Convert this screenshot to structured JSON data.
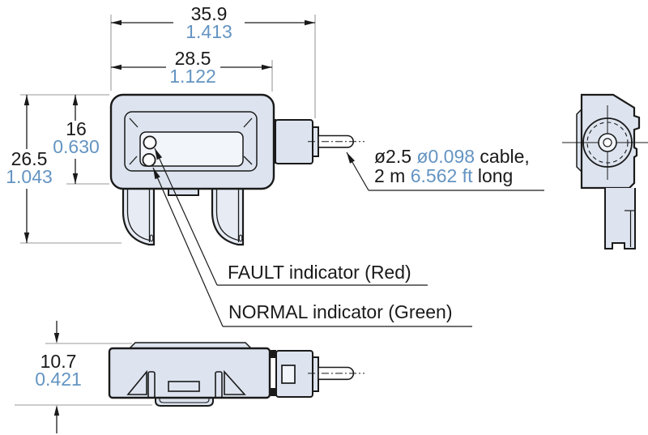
{
  "colors": {
    "dimension_text": "#1a1a1a",
    "inch_text_blue": "#6494c2",
    "body_fill": "#dde4ef",
    "window_fill": "#f2f5fa",
    "extension_line_gray": "#9a9a9a"
  },
  "dimensions": {
    "overall_width": {
      "mm": "35.9",
      "in": "1.413"
    },
    "body_width": {
      "mm": "28.5",
      "in": "1.122"
    },
    "window_height": {
      "mm": "16",
      "in": "0.630"
    },
    "overall_height": {
      "mm": "26.5",
      "in": "1.043"
    },
    "thickness": {
      "mm": "10.7",
      "in": "0.421"
    }
  },
  "annotations": {
    "cable": {
      "line1_mm": "ø2.5",
      "line1_in": "ø0.098",
      "line1_text": "cable,",
      "line2_m": "2 m",
      "line2_ft": "6.562 ft",
      "line2_text": "long"
    },
    "fault_indicator": "FAULT indicator (Red)",
    "normal_indicator": "NORMAL indicator (Green)"
  }
}
